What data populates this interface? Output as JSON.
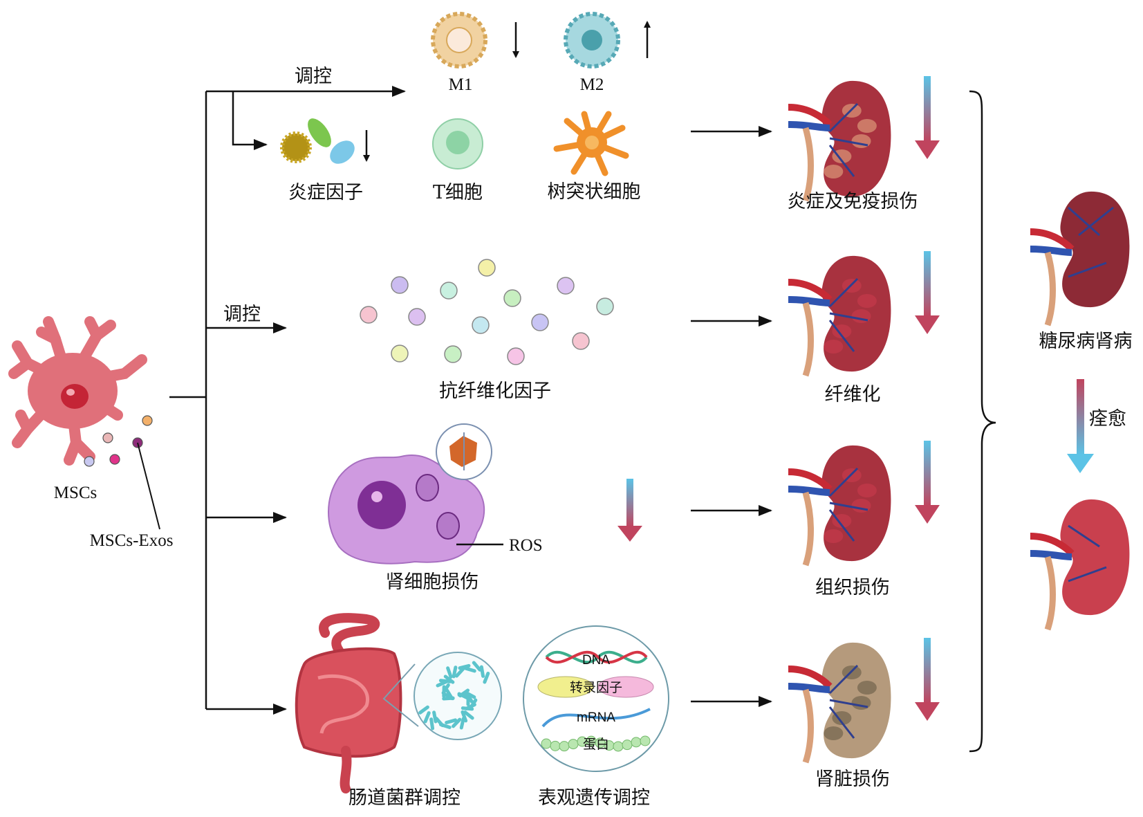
{
  "source": {
    "cell_label": "MSCs",
    "exosome_label": "MSCs-Exos"
  },
  "branches": {
    "regulate_top": "调控",
    "regulate_fibrosis": "调控"
  },
  "immune": {
    "m1": {
      "label": "M1",
      "trend": "down"
    },
    "m2": {
      "label": "M2",
      "trend": "up"
    },
    "inflammatory_factors": {
      "label": "炎症因子",
      "trend": "down"
    },
    "t_cell": {
      "label": "T细胞"
    },
    "dendritic_cell": {
      "label": "树突状细胞"
    }
  },
  "fibrosis": {
    "label": "抗纤维化因子"
  },
  "renal_cell": {
    "label": "肾细胞损伤",
    "ros_label": "ROS",
    "trend": "down"
  },
  "gut": {
    "label": "肠道菌群调控"
  },
  "epigenetics": {
    "label": "表观遗传调控",
    "dna": "DNA",
    "transcription_factor": "转录因子",
    "mrna": "mRNA",
    "protein": "蛋白"
  },
  "outcomes": [
    {
      "label": "炎症及免疫损伤",
      "trend": "down"
    },
    {
      "label": "纤维化",
      "trend": "down"
    },
    {
      "label": "组织损伤",
      "trend": "down"
    },
    {
      "label": "肾脏损伤",
      "trend": "down"
    }
  ],
  "disease": {
    "label": "糖尿病肾病",
    "heal_label": "痊愈"
  },
  "colors": {
    "gradient_top": "#5bc3e6",
    "gradient_bottom": "#c0445e",
    "kidney_red": "#a8323f",
    "kidney_healthy": "#c9404e",
    "kidney_damaged_tan": "#b59a7c",
    "msc_pink": "#e0707a",
    "renal_cell_purple": "#c792d8"
  }
}
